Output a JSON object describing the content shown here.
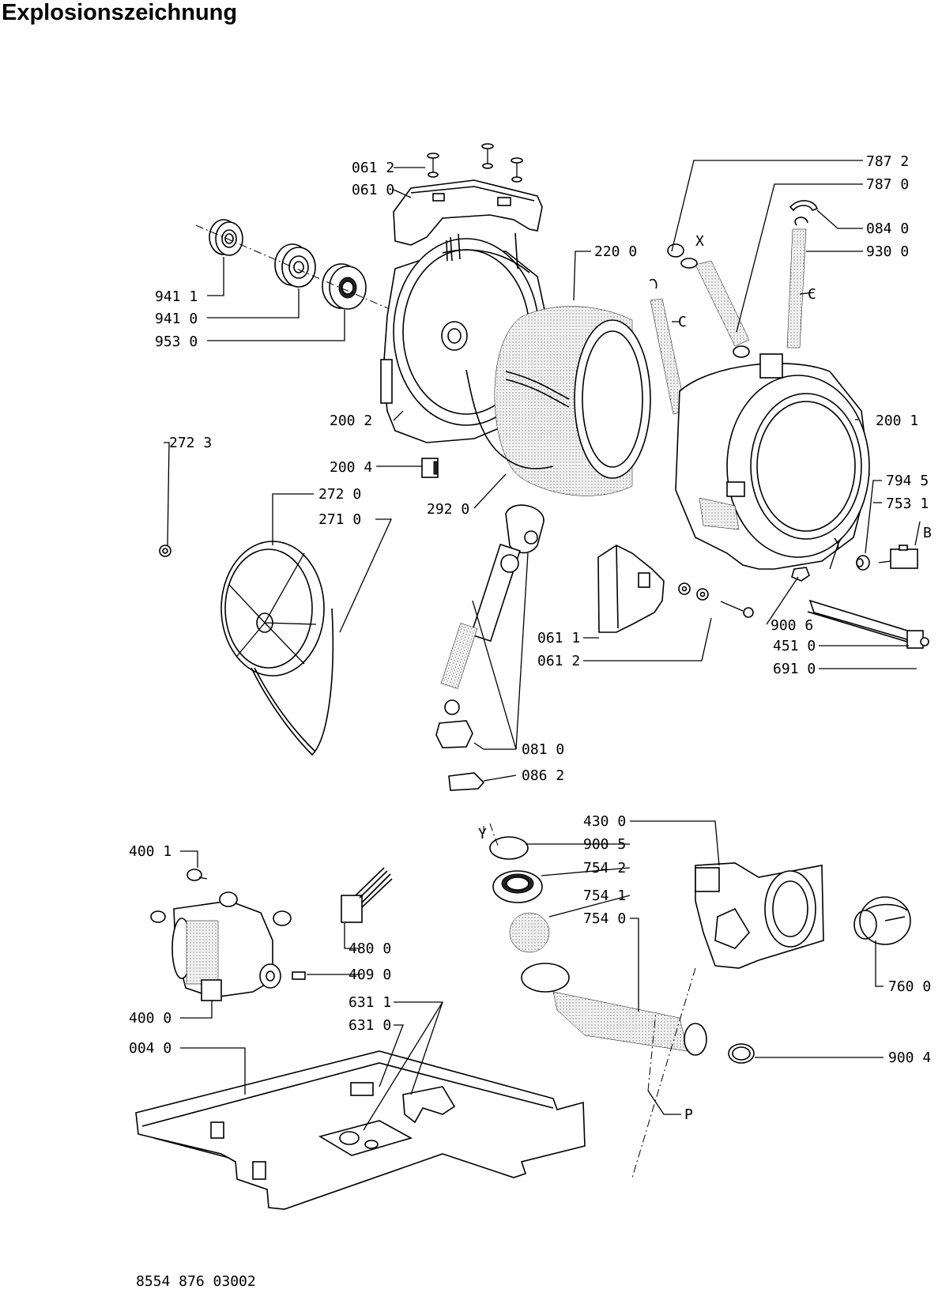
{
  "title": "Explosionszeichnung",
  "drawing_number": "8554 876 03002",
  "labels": {
    "l0612a": "061 2",
    "l0610": "061 0",
    "l9411": "941 1",
    "l9410": "941 0",
    "l9530": "953 0",
    "l2200": "220 0",
    "l7872": "787 2",
    "l7870": "787 0",
    "l0840": "084 0",
    "l9300": "930 0",
    "lx": "X",
    "lc1": "C",
    "lc2": "C",
    "l2002": "200 2",
    "l2004": "200 4",
    "l2723": "272 3",
    "l2720": "272 0",
    "l2710": "271 0",
    "l2920": "292 0",
    "l2001": "200 1",
    "l7945": "794 5",
    "l7531": "753 1",
    "lb": "B",
    "ly1": "Y",
    "l0611": "061 1",
    "l0612b": "061 2",
    "l9006": "900 6",
    "l4510": "451 0",
    "l6910": "691 0",
    "l0810": "081 0",
    "l0862": "086 2",
    "l4300": "430 0",
    "ly2": "Y",
    "l9005": "900 5",
    "l7542": "754 2",
    "l7541": "754 1",
    "l7540": "754 0",
    "l7600": "760 0",
    "l9004": "900 4",
    "lp": "P",
    "l4001": "400 1",
    "l4800": "480 0",
    "l4090": "409 0",
    "l4000": "400 0",
    "l6311": "631 1",
    "l6310": "631 0",
    "l0040": "004 0"
  }
}
